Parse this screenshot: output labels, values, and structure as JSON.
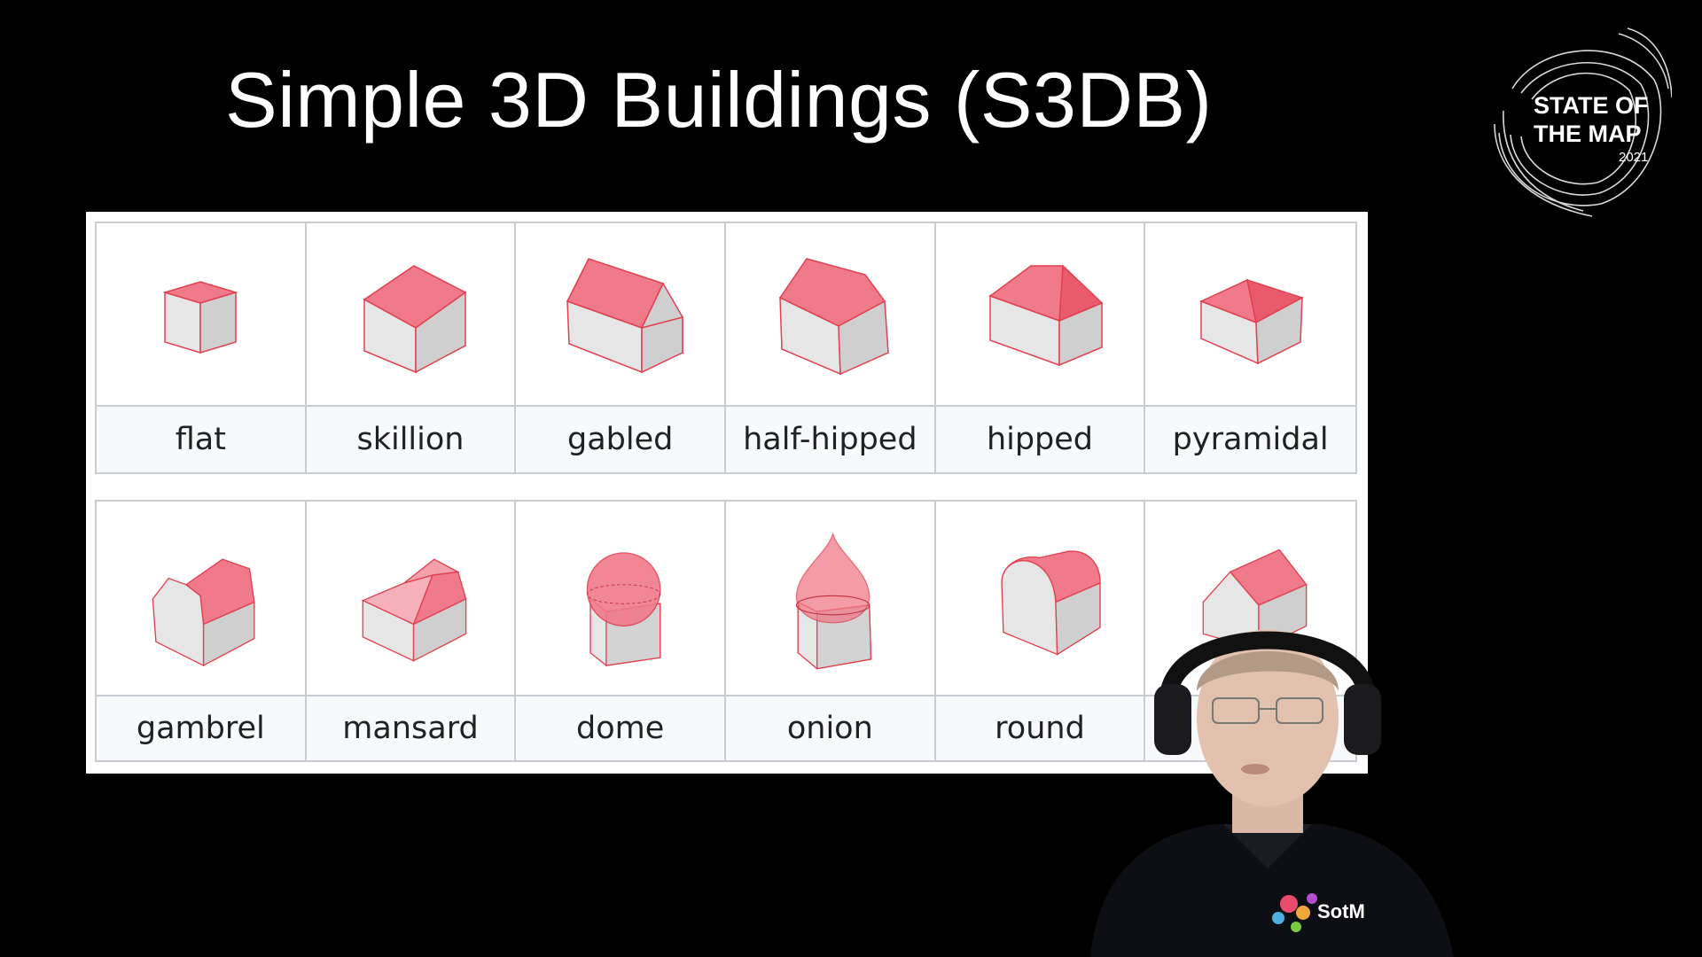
{
  "slide": {
    "title": "Simple 3D Buildings (S3DB)"
  },
  "logo": {
    "line1": "STATE OF",
    "line2": "THE MAP",
    "year": "2021"
  },
  "roof_shapes": {
    "row1": [
      {
        "label": "flat",
        "icon": "flat-roof-icon"
      },
      {
        "label": "skillion",
        "icon": "skillion-roof-icon"
      },
      {
        "label": "gabled",
        "icon": "gabled-roof-icon"
      },
      {
        "label": "half-hipped",
        "icon": "half-hipped-roof-icon"
      },
      {
        "label": "hipped",
        "icon": "hipped-roof-icon"
      },
      {
        "label": "pyramidal",
        "icon": "pyramidal-roof-icon"
      }
    ],
    "row2": [
      {
        "label": "gambrel",
        "icon": "gambrel-roof-icon"
      },
      {
        "label": "mansard",
        "icon": "mansard-roof-icon"
      },
      {
        "label": "dome",
        "icon": "dome-roof-icon"
      },
      {
        "label": "onion",
        "icon": "onion-roof-icon"
      },
      {
        "label": "round",
        "icon": "round-roof-icon"
      },
      {
        "label": "",
        "icon": "saltbox-roof-icon"
      }
    ]
  },
  "speaker": {
    "shirt_logo_text": "SotM"
  },
  "colors": {
    "roof": "#f07a8a",
    "wall": "#dcdcdc",
    "edge": "#e0404f",
    "background": "#000000"
  }
}
